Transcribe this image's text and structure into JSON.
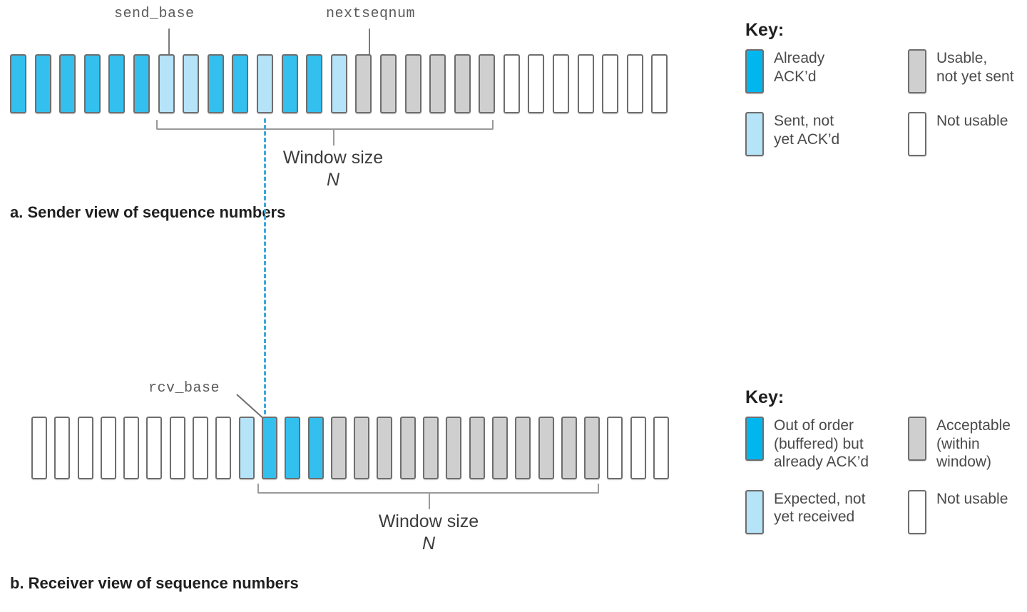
{
  "colors": {
    "acked": "#33c0ee",
    "acked_key": "#00b6ef",
    "sent_not_acked": "#b5e3f7",
    "usable_not_sent": "#cfcfcf",
    "not_usable": "#ffffff",
    "box_border": "#6e6e6e",
    "bracket": "#9a9a9a",
    "dash_line": "#3aa8dc",
    "label_text": "#5a5a5a"
  },
  "sender": {
    "pointer_labels": {
      "send_base": "send_base",
      "nextseqnum": "nextseqnum"
    },
    "window_label": "Window size",
    "window_n": "N",
    "caption": "a. Sender view of sequence numbers",
    "cells": [
      "acked",
      "acked",
      "acked",
      "acked",
      "acked",
      "acked",
      "sent",
      "sent",
      "acked",
      "acked",
      "sent",
      "acked",
      "acked",
      "sent",
      "usable",
      "usable",
      "usable",
      "usable",
      "usable",
      "usable",
      "not",
      "not",
      "not",
      "not",
      "not",
      "not",
      "not"
    ]
  },
  "receiver": {
    "pointer_labels": {
      "rcv_base": "rcv_base"
    },
    "window_label": "Window size",
    "window_n": "N",
    "caption": "b. Receiver view of sequence numbers",
    "cells": [
      "not",
      "not",
      "not",
      "not",
      "not",
      "not",
      "not",
      "not",
      "not",
      "sent",
      "acked",
      "acked",
      "acked",
      "usable",
      "usable",
      "usable",
      "usable",
      "usable",
      "usable",
      "usable",
      "usable",
      "usable",
      "usable",
      "usable",
      "usable",
      "not",
      "not",
      "not"
    ]
  },
  "key_sender": {
    "title": "Key:",
    "items": [
      {
        "swatch": "acked",
        "label": "Already\nACK’d"
      },
      {
        "swatch": "sent",
        "label": "Sent, not\nyet ACK’d"
      },
      {
        "swatch": "usable",
        "label": "Usable,\nnot yet sent"
      },
      {
        "swatch": "not",
        "label": "Not usable"
      }
    ]
  },
  "key_receiver": {
    "title": "Key:",
    "items": [
      {
        "swatch": "acked",
        "label": "Out of order\n(buffered) but\nalready ACK’d"
      },
      {
        "swatch": "sent",
        "label": "Expected, not\nyet received"
      },
      {
        "swatch": "usable",
        "label": "Acceptable\n(within\nwindow)"
      },
      {
        "swatch": "not",
        "label": "Not usable"
      }
    ]
  }
}
